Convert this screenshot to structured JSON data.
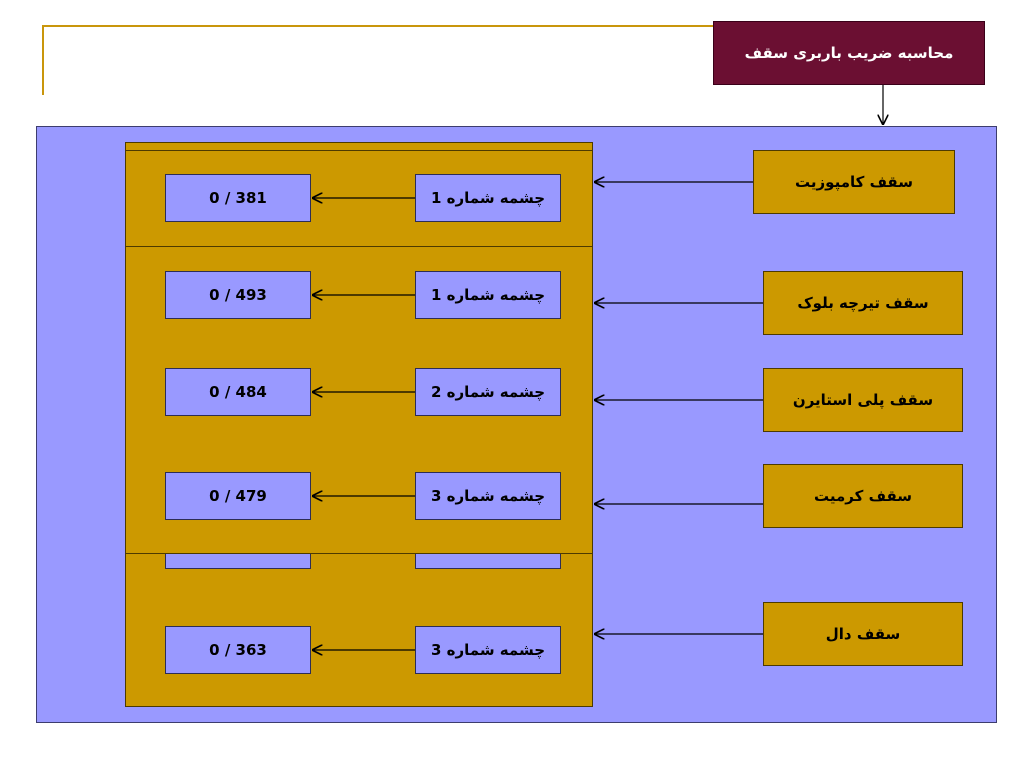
{
  "title": "محاسبه ضریب باربری سقف",
  "categories": [
    {
      "label": "سقف کامپوزیت"
    },
    {
      "label": "سقف تیرچه بلوک"
    },
    {
      "label": "سقف پلی استایرن"
    },
    {
      "label": "سقف کرمیت"
    },
    {
      "label": "سقف دال"
    }
  ],
  "rows": [
    {
      "span": "چشمه شماره 1",
      "value": "0 / 381"
    },
    {
      "span": "چشمه شماره 1",
      "value": "0 / 493"
    },
    {
      "span": "چشمه شماره 2",
      "value": "0 / 484"
    },
    {
      "span": "چشمه شماره 3",
      "value": "0 / 479"
    },
    {
      "span": "چشمه شماره 3",
      "value": "0 / 363"
    }
  ],
  "colors": {
    "title_bg": "#6b0f32",
    "panel_bg": "#9999ff",
    "box_gold": "#cc9900",
    "accent_line": "#c9960c"
  }
}
